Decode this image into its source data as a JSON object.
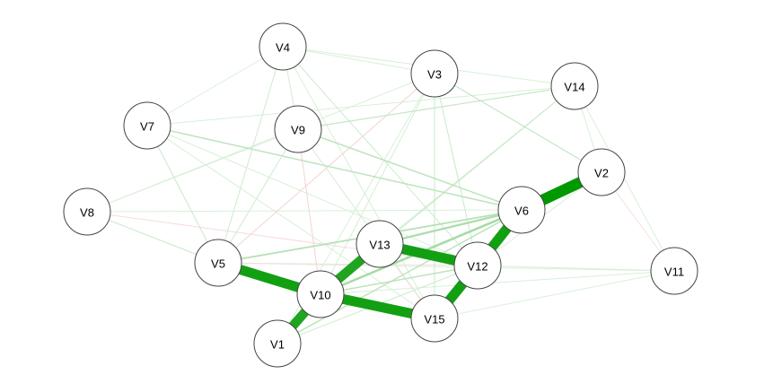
{
  "title": "",
  "colors": {
    "positive": "#009900",
    "negative": "#cc3333",
    "node_fill": "#ffffff",
    "node_border": "#444444"
  },
  "nodes": [
    {
      "id": "V1",
      "label": "V1"
    },
    {
      "id": "V2",
      "label": "V2"
    },
    {
      "id": "V3",
      "label": "V3"
    },
    {
      "id": "V4",
      "label": "V4"
    },
    {
      "id": "V5",
      "label": "V5"
    },
    {
      "id": "V6",
      "label": "V6"
    },
    {
      "id": "V7",
      "label": "V7"
    },
    {
      "id": "V8",
      "label": "V8"
    },
    {
      "id": "V9",
      "label": "V9"
    },
    {
      "id": "V10",
      "label": "V10"
    },
    {
      "id": "V11",
      "label": "V11"
    },
    {
      "id": "V12",
      "label": "V12"
    },
    {
      "id": "V13",
      "label": "V13"
    },
    {
      "id": "V14",
      "label": "V14"
    },
    {
      "id": "V15",
      "label": "V15"
    }
  ],
  "edges": [
    {
      "from": "V2",
      "to": "V6",
      "weight": 0.95
    },
    {
      "from": "V6",
      "to": "V12",
      "weight": 0.85
    },
    {
      "from": "V12",
      "to": "V15",
      "weight": 0.85
    },
    {
      "from": "V13",
      "to": "V12",
      "weight": 0.85
    },
    {
      "from": "V5",
      "to": "V10",
      "weight": 0.85
    },
    {
      "from": "V10",
      "to": "V15",
      "weight": 0.85
    },
    {
      "from": "V10",
      "to": "V13",
      "weight": 0.8
    },
    {
      "from": "V1",
      "to": "V10",
      "weight": 0.8
    },
    {
      "from": "V10",
      "to": "V6",
      "weight": 0.25
    },
    {
      "from": "V13",
      "to": "V6",
      "weight": 0.22
    },
    {
      "from": "V5",
      "to": "V6",
      "weight": 0.18
    },
    {
      "from": "V1",
      "to": "V6",
      "weight": 0.15
    },
    {
      "from": "V7",
      "to": "V6",
      "weight": 0.15
    },
    {
      "from": "V9",
      "to": "V6",
      "weight": 0.15
    },
    {
      "from": "V10",
      "to": "V12",
      "weight": 0.15
    },
    {
      "from": "V3",
      "to": "V2",
      "weight": 0.12
    },
    {
      "from": "V14",
      "to": "V9",
      "weight": 0.12
    },
    {
      "from": "V14",
      "to": "V10",
      "weight": 0.1
    },
    {
      "from": "V3",
      "to": "V15",
      "weight": 0.1
    },
    {
      "from": "V3",
      "to": "V12",
      "weight": 0.1
    },
    {
      "from": "V4",
      "to": "V12",
      "weight": 0.08
    },
    {
      "from": "V4",
      "to": "V5",
      "weight": 0.08
    },
    {
      "from": "V7",
      "to": "V5",
      "weight": 0.1
    },
    {
      "from": "V8",
      "to": "V5",
      "weight": 0.1
    },
    {
      "from": "V9",
      "to": "V5",
      "weight": 0.08
    },
    {
      "from": "V4",
      "to": "V9",
      "weight": 0.06
    },
    {
      "from": "V1",
      "to": "V12",
      "weight": 0.08
    },
    {
      "from": "V13",
      "to": "V15",
      "weight": 0.06
    },
    {
      "from": "V9",
      "to": "V10",
      "weight": -0.1
    },
    {
      "from": "V3",
      "to": "V5",
      "weight": -0.1
    },
    {
      "from": "V8",
      "to": "V12",
      "weight": -0.06
    },
    {
      "from": "V13",
      "to": "V15",
      "weight": -0.06
    },
    {
      "from": "V5",
      "to": "V12",
      "weight": -0.05
    },
    {
      "from": "V4",
      "to": "V14",
      "weight": 0.04
    },
    {
      "from": "V4",
      "to": "V3",
      "weight": 0.04
    },
    {
      "from": "V7",
      "to": "V14",
      "weight": 0.04
    },
    {
      "from": "V7",
      "to": "V4",
      "weight": 0.03
    },
    {
      "from": "V8",
      "to": "V9",
      "weight": 0.03
    },
    {
      "from": "V8",
      "to": "V3",
      "weight": 0.03
    },
    {
      "from": "V11",
      "to": "V12",
      "weight": 0.04
    },
    {
      "from": "V11",
      "to": "V10",
      "weight": 0.04
    },
    {
      "from": "V11",
      "to": "V14",
      "weight": 0.03
    },
    {
      "from": "V11",
      "to": "V2",
      "weight": -0.03
    },
    {
      "from": "V11",
      "to": "V15",
      "weight": 0.03
    },
    {
      "from": "V11",
      "to": "V5",
      "weight": 0.03
    },
    {
      "from": "V3",
      "to": "V1",
      "weight": 0.04
    },
    {
      "from": "V3",
      "to": "V10",
      "weight": 0.05
    },
    {
      "from": "V14",
      "to": "V2",
      "weight": 0.04
    },
    {
      "from": "V7",
      "to": "V12",
      "weight": 0.04
    },
    {
      "from": "V7",
      "to": "V15",
      "weight": 0.04
    },
    {
      "from": "V9",
      "to": "V15",
      "weight": 0.05
    },
    {
      "from": "V4",
      "to": "V15",
      "weight": 0.04
    },
    {
      "from": "V8",
      "to": "V6",
      "weight": 0.03
    },
    {
      "from": "V14",
      "to": "V13",
      "weight": 0.05
    },
    {
      "from": "V2",
      "to": "V12",
      "weight": 0.04
    }
  ]
}
